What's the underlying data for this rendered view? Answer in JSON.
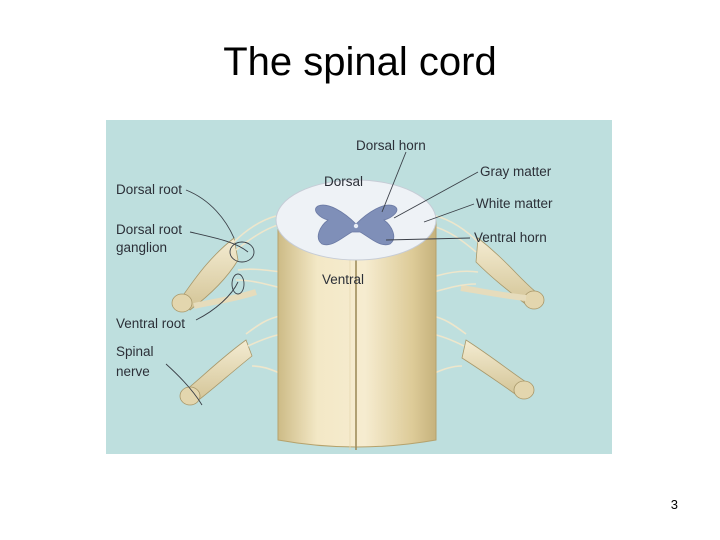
{
  "slide": {
    "title": "The spinal cord",
    "page_number": "3"
  },
  "figure": {
    "labels": {
      "dorsal_horn": "Dorsal horn",
      "gray_matter": "Gray matter",
      "white_matter": "White matter",
      "ventral_horn": "Ventral horn",
      "dorsal": "Dorsal",
      "ventral": "Ventral",
      "dorsal_root": "Dorsal root",
      "dorsal_root_ganglion_line1": "Dorsal root",
      "dorsal_root_ganglion_line2": "ganglion",
      "ventral_root": "Ventral root",
      "spinal_nerve_line1": "Spinal",
      "spinal_nerve_line2": "nerve"
    },
    "colors": {
      "background": "#b9dcdb",
      "cord": "#efe2bd",
      "cord_shade": "#d9c895",
      "gray_matter": "#7f8fb8",
      "white_matter": "#eef2f6",
      "nerve": "#eadfbe"
    }
  }
}
